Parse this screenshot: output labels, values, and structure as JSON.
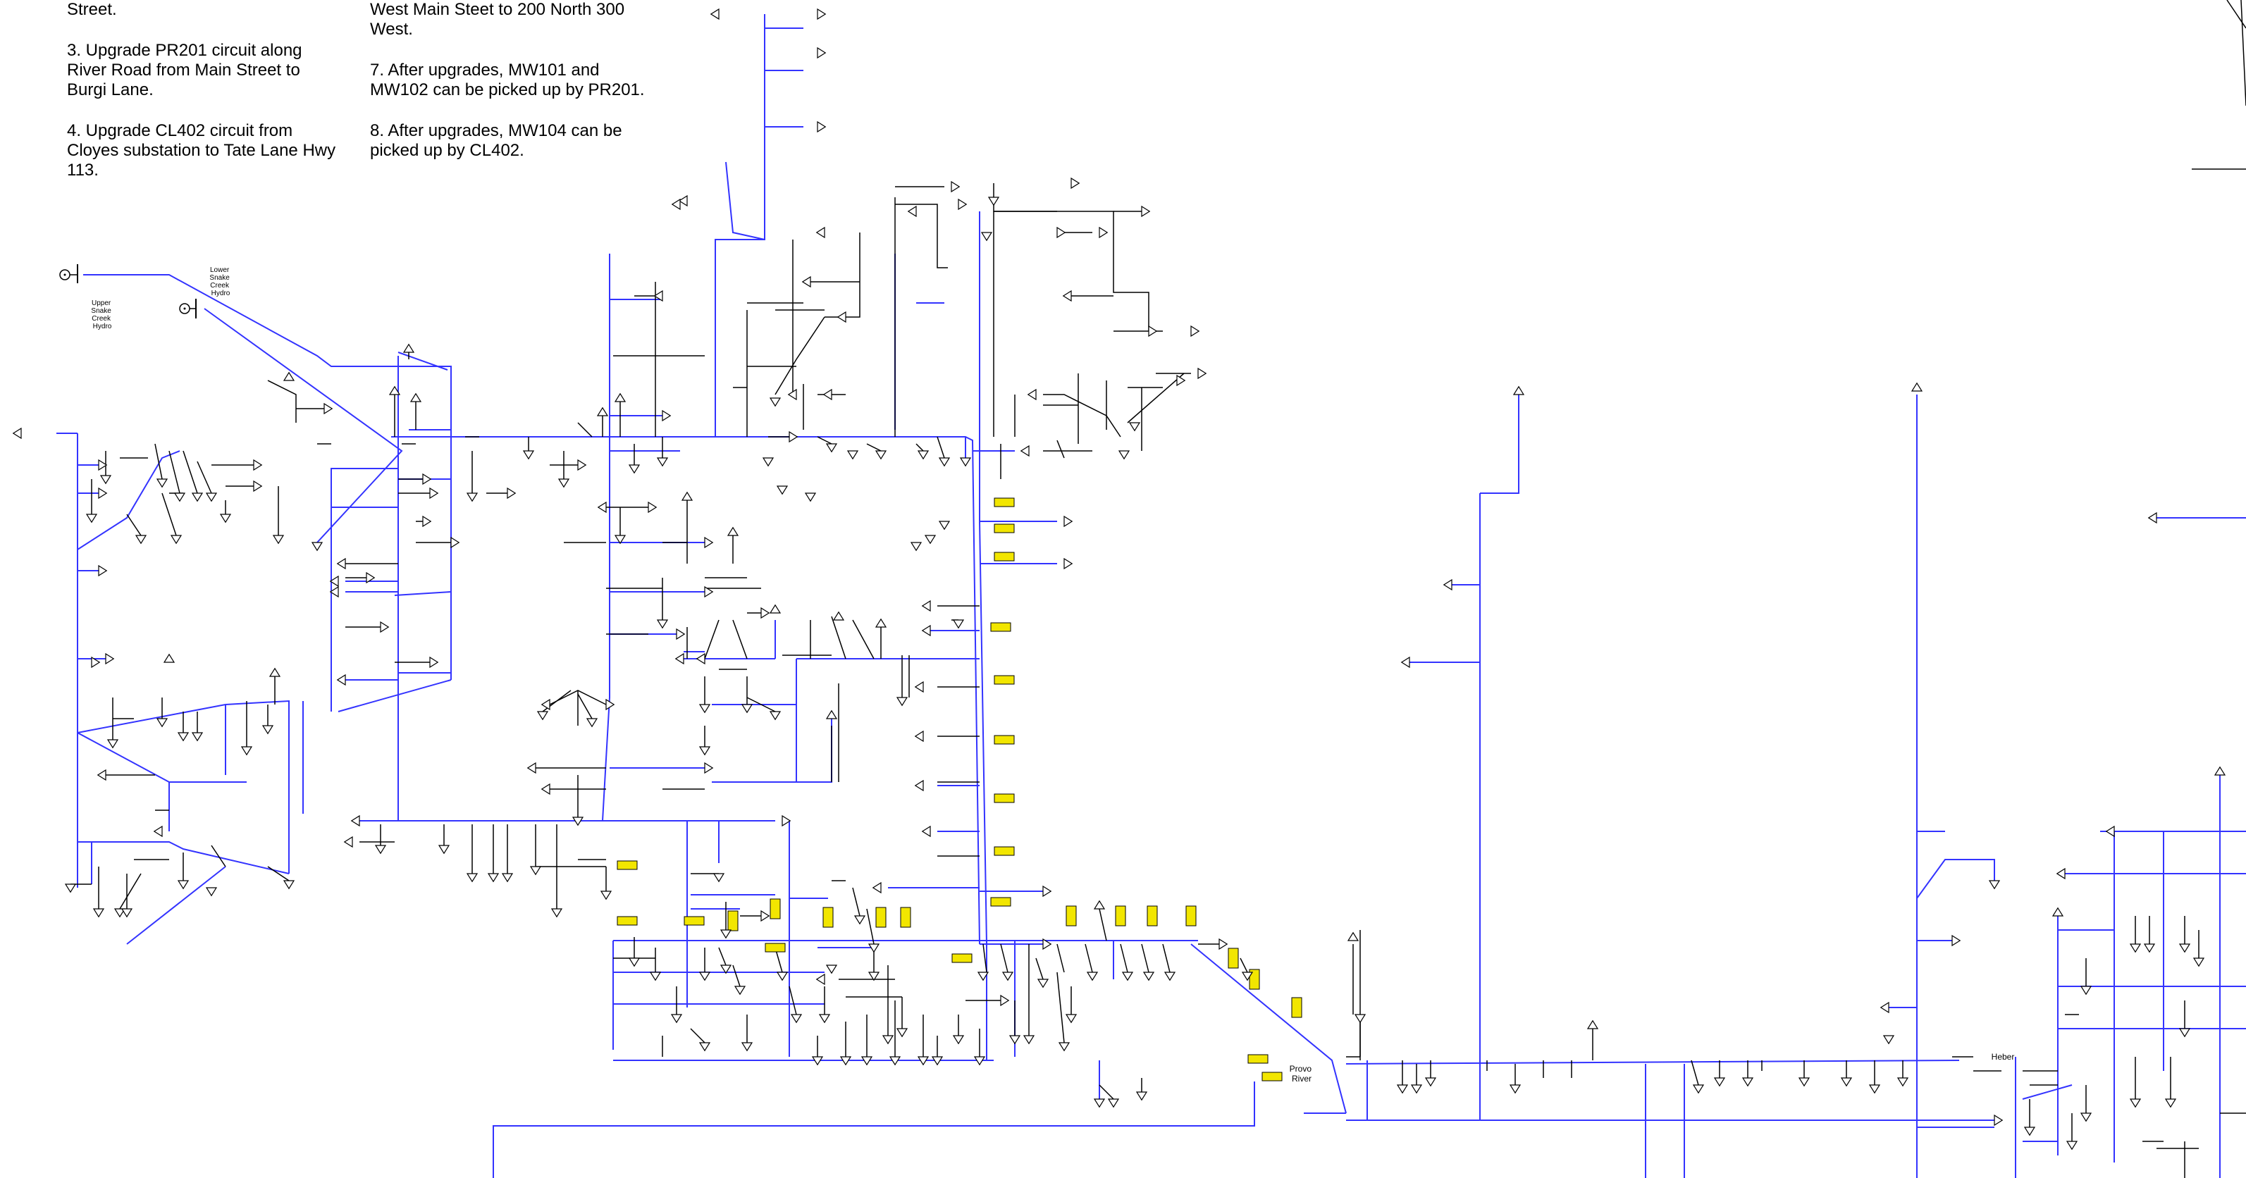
{
  "notes": {
    "col1": [
      "Street.",
      "3. Upgrade PR201 circuit along\nRiver Road from Main Street to\nBurgi Lane.",
      "4. Upgrade CL402 circuit from\nCloyes substation to Tate Lane Hwy\n113."
    ],
    "col2": [
      "West Main Steet to 200 North 300\nWest.",
      "7. After upgrades, MW101 and\nMW102 can be picked up by PR201.",
      "8. After upgrades, MW104 can be\npicked up by CL402."
    ]
  },
  "labels": {
    "upper_hydro": [
      "Upper",
      "Snake",
      "Creek",
      "Hydro"
    ],
    "lower_hydro": [
      "Lower",
      "Snake",
      "Creek",
      "Hydro"
    ],
    "provo_river": [
      "Provo",
      "River"
    ],
    "heber": "Heber"
  },
  "colors": {
    "line_blue": "#3333ff",
    "line_black": "#000000",
    "highlight": "#f2e600"
  }
}
